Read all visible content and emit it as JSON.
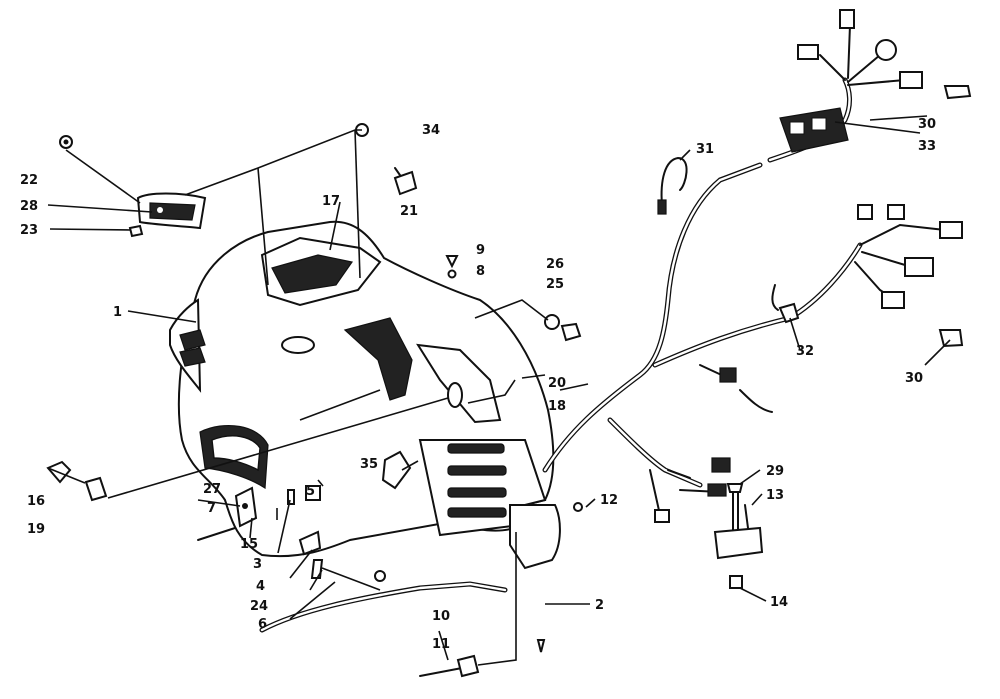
{
  "callouts": [
    "1",
    "2",
    "3",
    "4",
    "5",
    "6",
    "7",
    "8",
    "9",
    "10",
    "11",
    "12",
    "13",
    "14",
    "15",
    "16",
    "17",
    "18",
    "19",
    "20",
    "21",
    "22",
    "23",
    "24",
    "25",
    "26",
    "27",
    "28",
    "29",
    "30",
    "30",
    "31",
    "32",
    "33",
    "34",
    "35"
  ]
}
